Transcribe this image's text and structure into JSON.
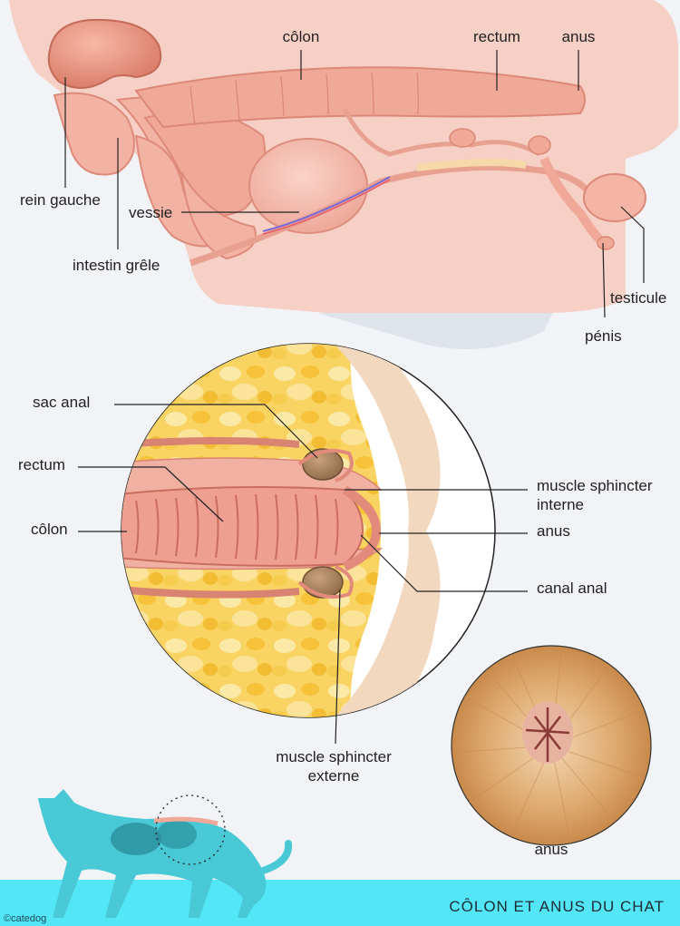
{
  "labels": {
    "colon_top": "côlon",
    "rectum_top": "rectum",
    "anus_top": "anus",
    "rein_gauche": "rein gauche",
    "vessie": "vessie",
    "intestin_grele": "intestin grêle",
    "testicule": "testicule",
    "penis": "pénis",
    "sac_anal": "sac anal",
    "rectum_mid": "rectum",
    "colon_mid": "côlon",
    "sphincter_interne_1": "muscle sphincter",
    "sphincter_interne_2": "interne",
    "anus_mid": "anus",
    "canal_anal": "canal anal",
    "sphincter_externe_1": "muscle sphincter",
    "sphincter_externe_2": "externe",
    "anus_photo": "anus"
  },
  "footer": {
    "title": "CÔLON ET ANUS DU CHAT",
    "copyright": "©catedog"
  },
  "colors": {
    "skin": "#f6cfc5",
    "organ": "#f0a898",
    "organ_dark": "#e08878",
    "fat": "#f7c846",
    "cat_cyan": "#49c9d6",
    "footer_band": "#53e6f7",
    "fur": "#d9a265"
  }
}
